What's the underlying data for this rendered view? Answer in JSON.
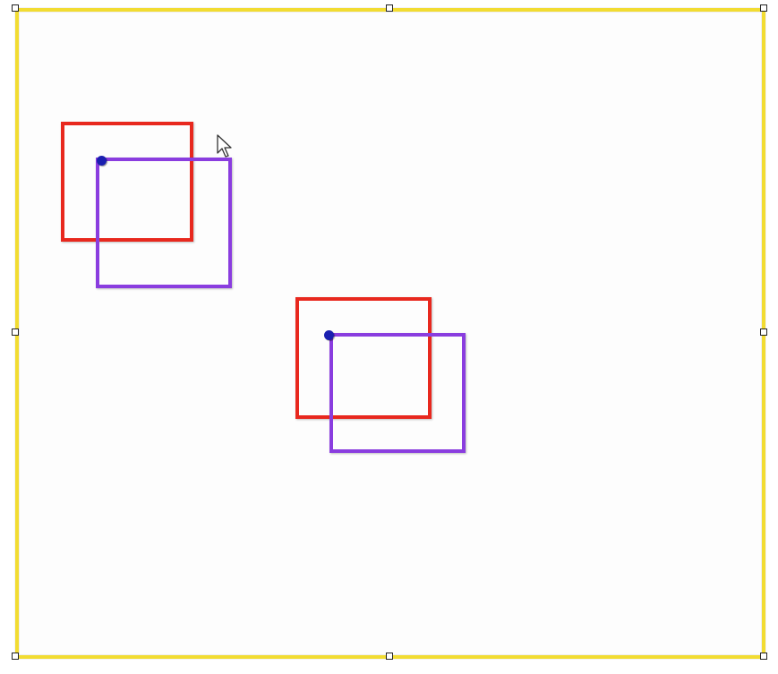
{
  "canvas": {
    "frame_color": "#f2dc32",
    "background": "#fdfdfd",
    "handle_color": "#ffffff",
    "selected": true
  },
  "shapes": [
    {
      "name": "red-rectangle-1",
      "type": "rectangle",
      "stroke": "#e8281e"
    },
    {
      "name": "purple-rectangle-1",
      "type": "rectangle",
      "stroke": "#8a3ddf"
    },
    {
      "name": "red-rectangle-2",
      "type": "rectangle",
      "stroke": "#e8281e"
    },
    {
      "name": "purple-rectangle-2",
      "type": "rectangle",
      "stroke": "#8a3ddf"
    }
  ],
  "anchor_points": {
    "color": "#1a1fb0",
    "count": 2
  },
  "cursor": {
    "icon": "mouse-pointer-icon"
  }
}
